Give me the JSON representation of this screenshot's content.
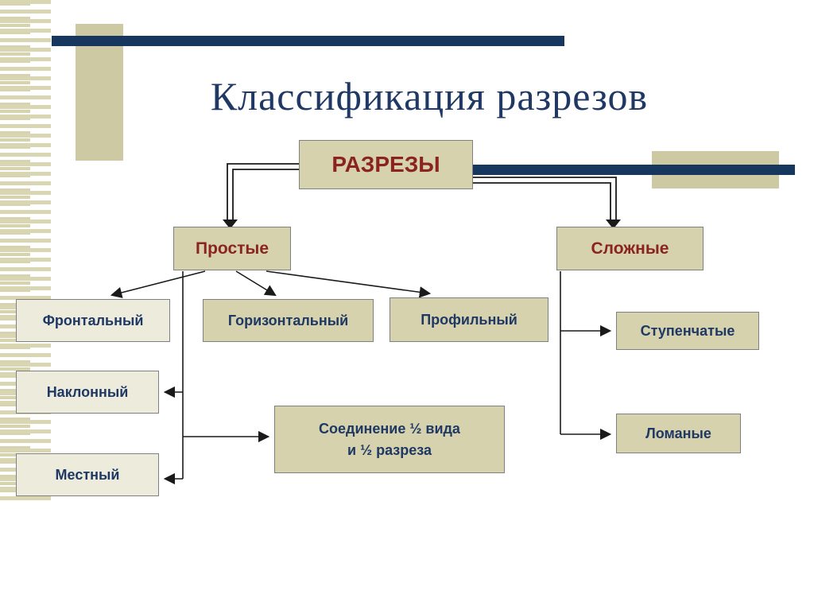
{
  "slide": {
    "title": "Классификация разрезов"
  },
  "nodes": {
    "razrezy": "РАЗРЕЗЫ",
    "prostye": "Простые",
    "slozhnye": "Сложные",
    "frontalny": "Фронтальный",
    "gorizontalny": "Горизонтальный",
    "profilny": "Профильный",
    "stupenchatye": "Ступенчатые",
    "naklonny": "Наклонный",
    "soedinenie_line1": "Соединение ½ вида",
    "soedinenie_line2": "и  ½ разреза",
    "lomanye": "Ломаные",
    "mestny": "Местный"
  },
  "colors": {
    "navy_bar": "#17375E",
    "title_navy": "#1F3864",
    "dark_red": "#8B2323",
    "box_dark_beige": "#D5D2AD",
    "box_light_beige": "#EDEBDC",
    "box_border": "#808080",
    "connector_black": "#1A1A1A"
  }
}
